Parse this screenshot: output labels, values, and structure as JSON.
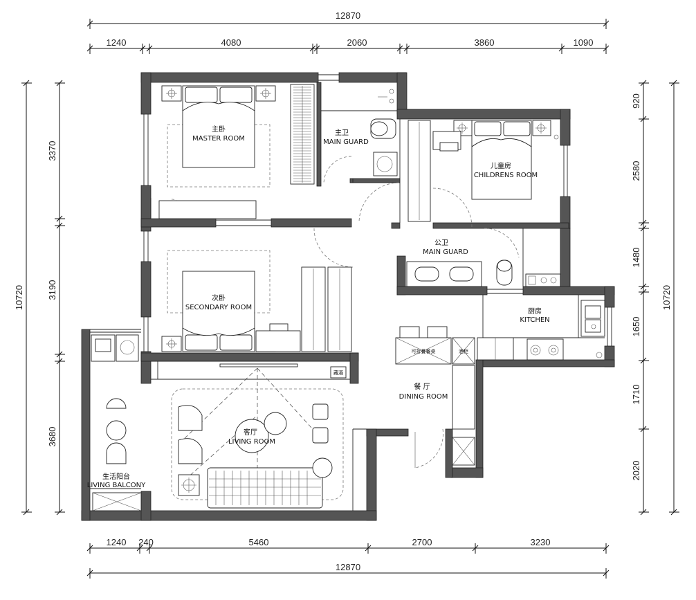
{
  "dimensions": {
    "top_total": "12870",
    "top_segments": [
      "1240",
      "4080",
      "2060",
      "3860",
      "1090"
    ],
    "bottom_segments": [
      "1240",
      "240",
      "5460",
      "2700",
      "3230"
    ],
    "bottom_total": "12870",
    "left_total": "10720",
    "left_segments": [
      "3370",
      "3190",
      "3680"
    ],
    "right_total": "10720",
    "right_segments": [
      "920",
      "2580",
      "1480",
      "1650",
      "1710",
      "2020"
    ]
  },
  "rooms": {
    "master_cn": "主卧",
    "master_en": "MASTER ROOM",
    "main_bath_cn": "主卫",
    "main_bath_en": "MAIN GUARD",
    "children_cn": "儿童房",
    "children_en": "CHILDRENS ROOM",
    "public_bath_cn": "公卫",
    "public_bath_en": "MAIN GUARD",
    "secondary_cn": "次卧",
    "secondary_en": "SECONDARY ROOM",
    "kitchen_cn": "厨房",
    "kitchen_en": "KITCHEN",
    "dining_cn": "餐 厅",
    "dining_en": "DINING ROOM",
    "living_cn": "客厅",
    "living_en": "LIVING ROOM",
    "balcony_cn": "生活阳台",
    "balcony_en": "LIVING BALCONY"
  },
  "annotations": {
    "folding_table": "可折叠餐桌",
    "cabinet": "酒柜",
    "tv_cabinet": "藏酒"
  }
}
